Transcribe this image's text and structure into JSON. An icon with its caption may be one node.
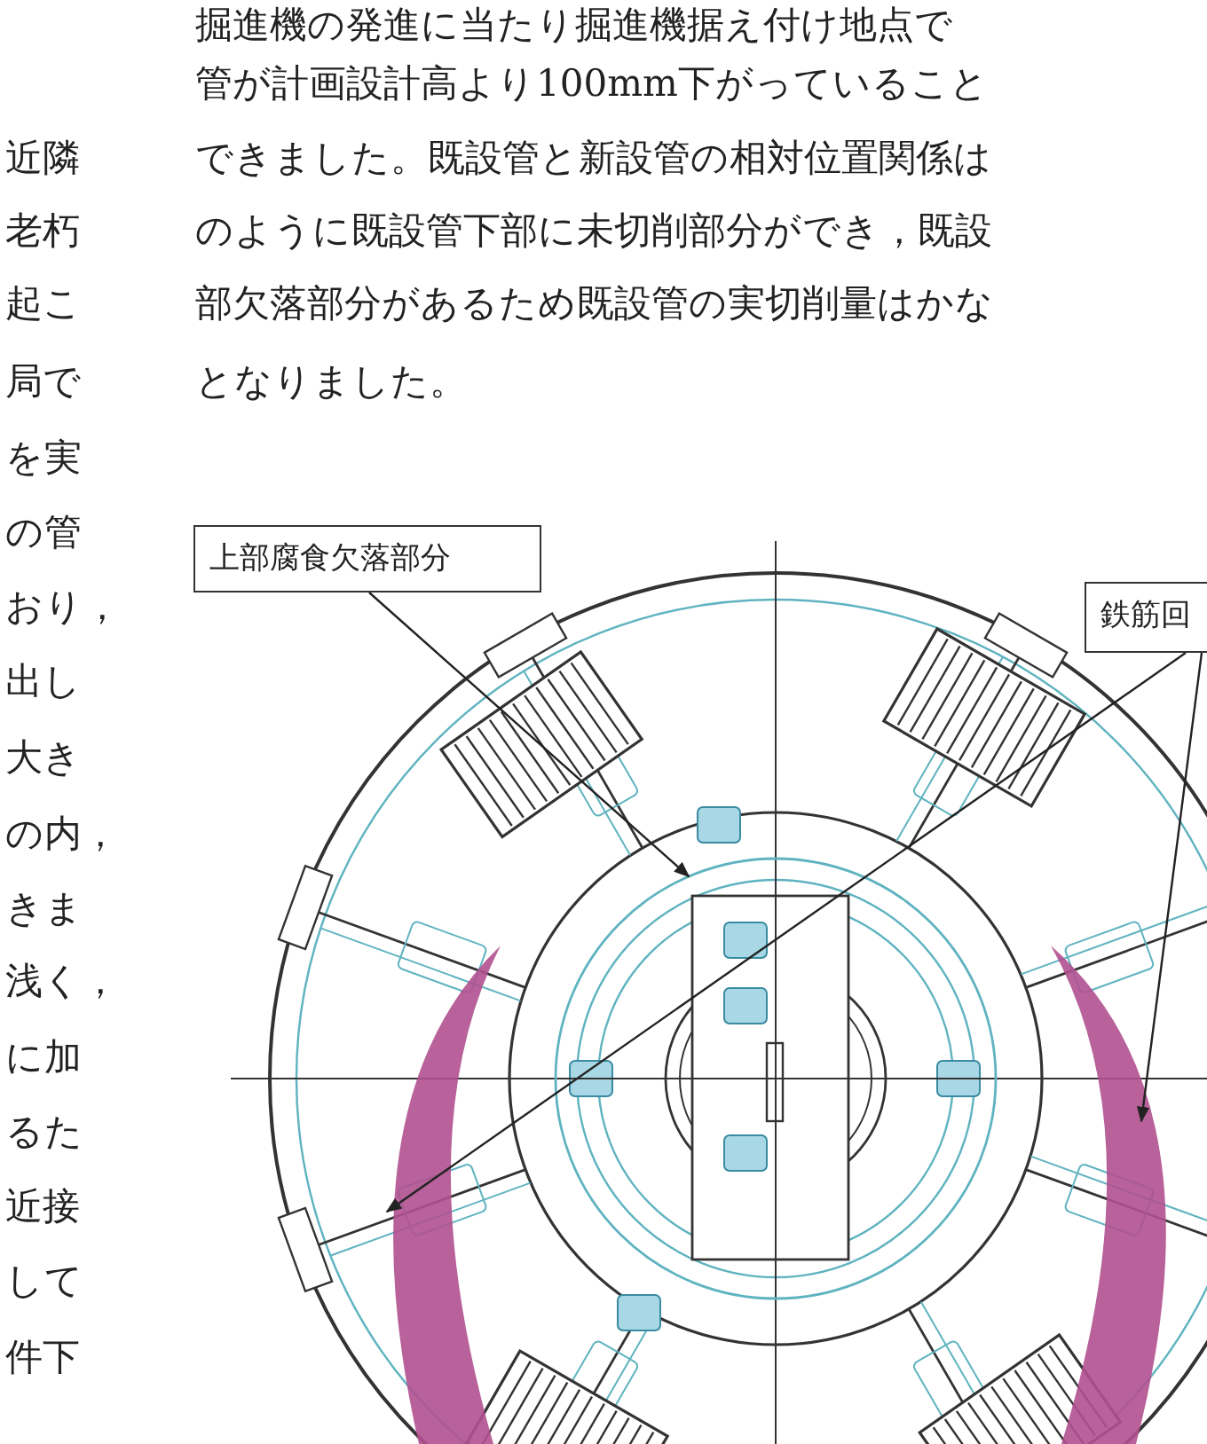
{
  "diagram": {
    "nodes": [
      {
        "text": [
          "上部腐食欠落部分"
        ]
      },
      {
        "text": [
          "鉄筋回"
        ]
      },
      {
        "text": [],
        "shape": "circle"
      },
      {
        "text": [],
        "shape": "crescent"
      },
      {
        "text": [],
        "shape": "crescent"
      }
    ],
    "edges": [
      {
        "from": 0,
        "to": 2,
        "arrow": "to"
      },
      {
        "from": 1,
        "to": 3,
        "arrow": "to"
      },
      {
        "from": 1,
        "to": 4,
        "arrow": "to"
      }
    ],
    "labels": [
      "掘進機の発進に当たり掘進機据え付け地点で",
      "管が計画設計高より100mm下がっていること",
      "できました。既設管と新設管の相対位置関係は",
      "のように既設管下部に未切削部分ができ，既設",
      "部欠落部分があるため既設管の実切削量はかな",
      "となりました。",
      "近隣",
      "老朽",
      "起こ",
      "局で",
      "を実",
      "の管",
      "おり，",
      "出し",
      "大き",
      "の内，",
      "きま",
      "浅く，",
      "に加",
      "るた",
      "近接",
      "して",
      "件下"
    ]
  }
}
